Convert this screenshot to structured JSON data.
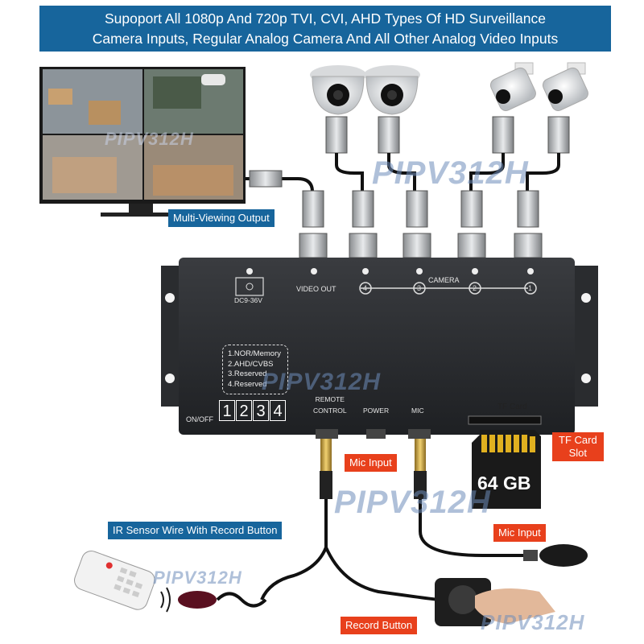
{
  "banner": {
    "line1": "Supoport All 1080p And 720p TVI, CVI, AHD Types Of HD Surveillance",
    "line2": "Camera Inputs, Regular Analog Camera And All Other Analog Video Inputs"
  },
  "labels": {
    "multi_view": "Multi-Viewing Output",
    "tf_slot_1": "TF Card",
    "tf_slot_2": "Slot",
    "mic_input_left": "Mic Input",
    "mic_input_right": "Mic Input",
    "ir_sensor": "IR Sensor Wire With Record Button",
    "record_button": "Record Button"
  },
  "device": {
    "power_label": "DC9-36V",
    "video_out": "VIDEO OUT",
    "camera": "CAMERA",
    "ports": [
      "4",
      "3",
      "2",
      "1"
    ],
    "options": [
      "1.NOR/Memory",
      "2.AHD/CVBS",
      "3.Reserved",
      "4.Reserved"
    ],
    "on_off": "ON/OFF",
    "dip_numbers": [
      "1",
      "2",
      "3",
      "4"
    ],
    "remote_1": "REMOTE",
    "remote_2": "CONTROL",
    "power": "POWER",
    "mic": "MIC",
    "tf_card": "TF  Card"
  },
  "sd_card": {
    "capacity": "64 GB"
  },
  "watermark": "PIPV312H",
  "colors": {
    "banner": "#17659c",
    "accent_red": "#e8401c",
    "device_body": "#2a2c2f"
  }
}
